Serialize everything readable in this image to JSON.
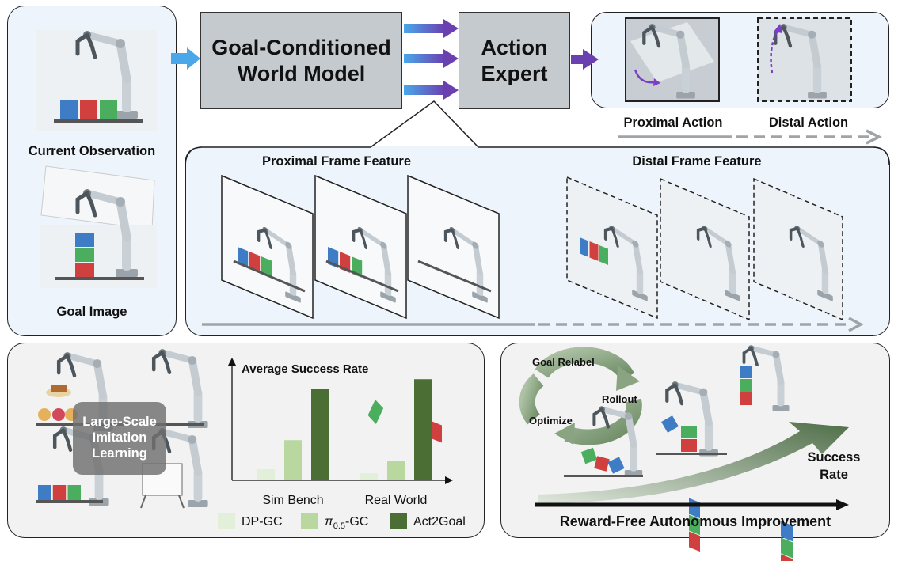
{
  "left_panel": {
    "current_observation": "Current Observation",
    "goal_image": "Goal Image"
  },
  "world_model": {
    "line1": "Goal-Conditioned",
    "line2": "World Model"
  },
  "action_expert": {
    "line1": "Action",
    "line2": "Expert"
  },
  "actions": {
    "proximal": "Proximal Action",
    "distal": "Distal Action"
  },
  "frames": {
    "proximal_title": "Proximal Frame Feature",
    "distal_title": "Distal Frame Feature"
  },
  "imitation": {
    "line1": "Large-Scale",
    "line2": "Imitation",
    "line3": "Learning"
  },
  "chart_data": {
    "type": "bar",
    "title": "Average Success Rate",
    "categories": [
      "Sim Bench",
      "Real World"
    ],
    "series": [
      {
        "name": "DP-GC",
        "values": [
          0.08,
          0.05
        ],
        "color": "#e2efd9"
      },
      {
        "name": "π0.5-GC",
        "values": [
          0.29,
          0.14
        ],
        "color": "#b8d8a0"
      },
      {
        "name": "Act2Goal",
        "values": [
          0.66,
          0.73
        ],
        "color": "#4a6e33"
      }
    ],
    "ylim": [
      0,
      0.8
    ],
    "legend": "bottom",
    "grid": false
  },
  "autonomous": {
    "goal_relabel": "Goal Relabel",
    "rollout": "Rollout",
    "optimize": "Optimize",
    "success_rate_line1": "Success",
    "success_rate_line2": "Rate",
    "title": "Reward-Free Autonomous Improvement"
  }
}
